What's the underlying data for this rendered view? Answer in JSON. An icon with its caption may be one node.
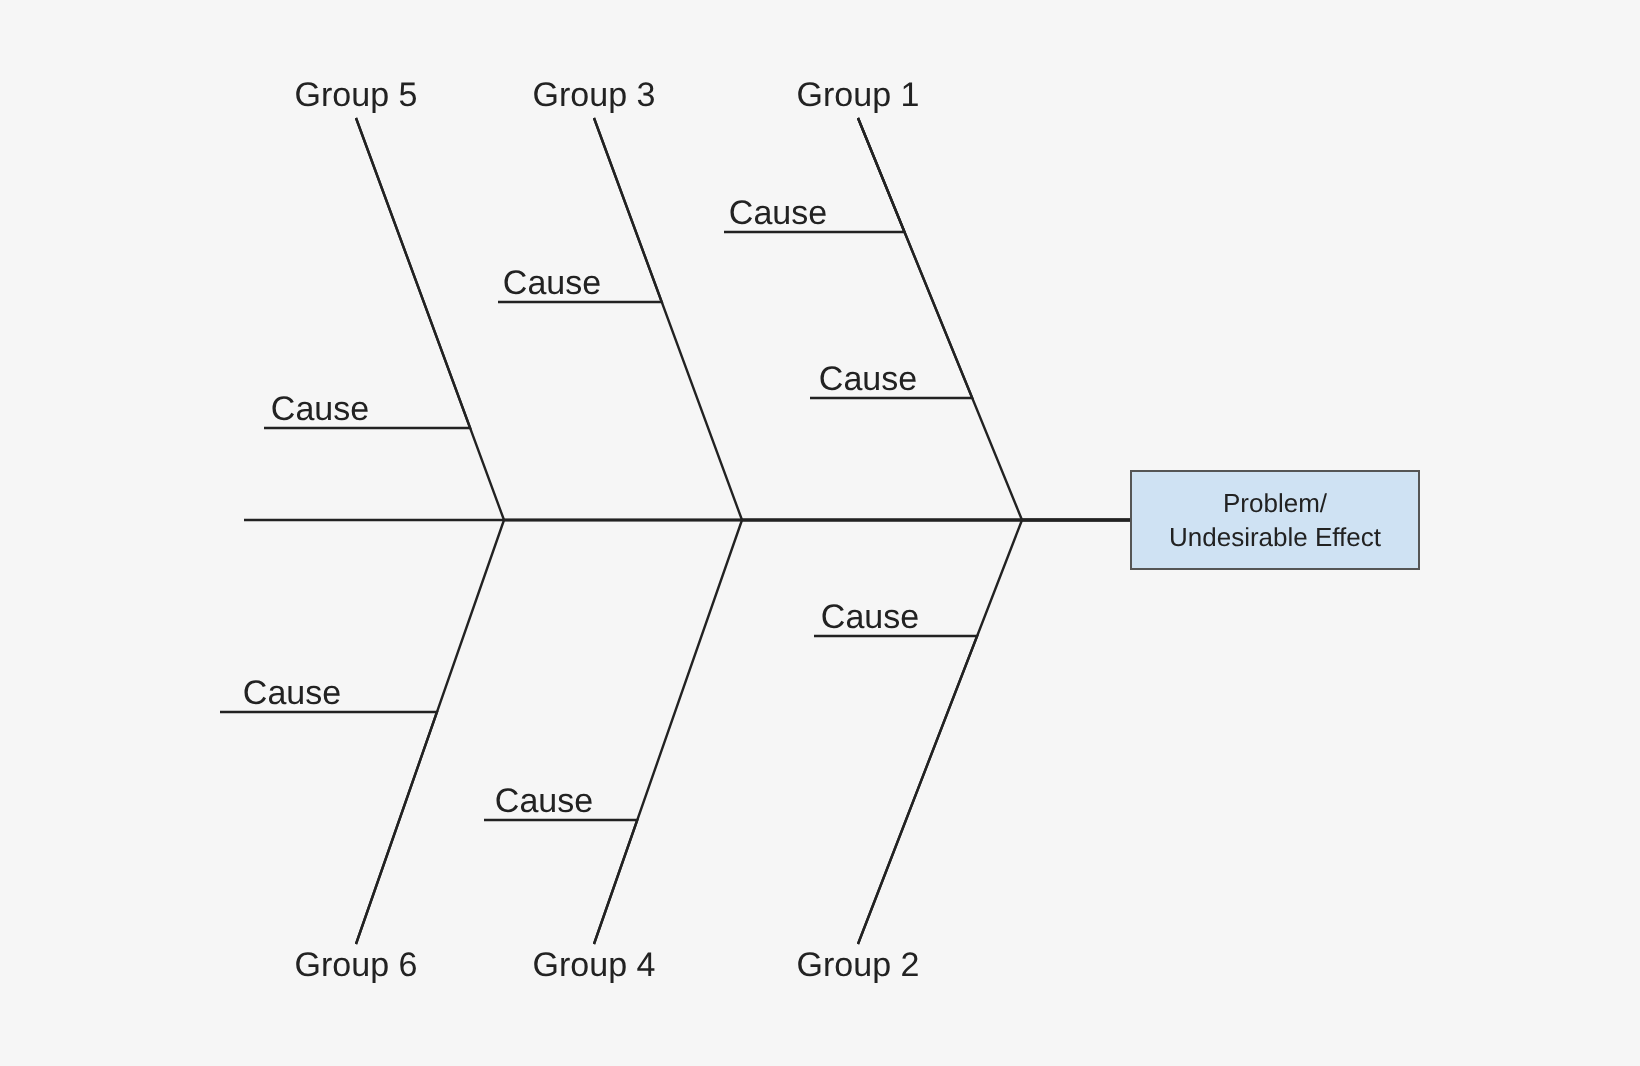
{
  "diagram": {
    "nodes": [
      {
        "text": [
          "Group 5"
        ]
      },
      {
        "text": [
          "Group 3"
        ]
      },
      {
        "text": [
          "Group 1"
        ]
      },
      {
        "text": [
          "Cause"
        ]
      },
      {
        "text": [
          "Cause"
        ]
      },
      {
        "text": [
          "Cause"
        ]
      },
      {
        "text": [
          "Cause"
        ]
      },
      {
        "text": [
          "Problem/ Undesirable Effect"
        ]
      },
      {
        "text": [
          "Cause"
        ]
      },
      {
        "text": [
          "Cause"
        ]
      },
      {
        "text": [
          "Cause"
        ]
      },
      {
        "text": [
          "Group 6"
        ]
      },
      {
        "text": [
          "Group 4"
        ]
      },
      {
        "text": [
          "Group 2"
        ]
      }
    ],
    "edges": [
      {
        "from": 0,
        "to": 7,
        "arrow": "none"
      },
      {
        "from": 1,
        "to": 7,
        "arrow": "none"
      },
      {
        "from": 2,
        "to": 7,
        "arrow": "none"
      },
      {
        "from": 11,
        "to": 7,
        "arrow": "none"
      },
      {
        "from": 12,
        "to": 7,
        "arrow": "none"
      },
      {
        "from": 13,
        "to": 7,
        "arrow": "none"
      },
      {
        "from": null,
        "to": 7,
        "arrow": "none"
      },
      {
        "from": 3,
        "to": 2,
        "arrow": "none"
      },
      {
        "from": 4,
        "to": 1,
        "arrow": "none"
      },
      {
        "from": 5,
        "to": 2,
        "arrow": "none"
      },
      {
        "from": 6,
        "to": 0,
        "arrow": "none"
      },
      {
        "from": 8,
        "to": 13,
        "arrow": "none"
      },
      {
        "from": 9,
        "to": 11,
        "arrow": "none"
      },
      {
        "from": 10,
        "to": 12,
        "arrow": "none"
      }
    ]
  }
}
